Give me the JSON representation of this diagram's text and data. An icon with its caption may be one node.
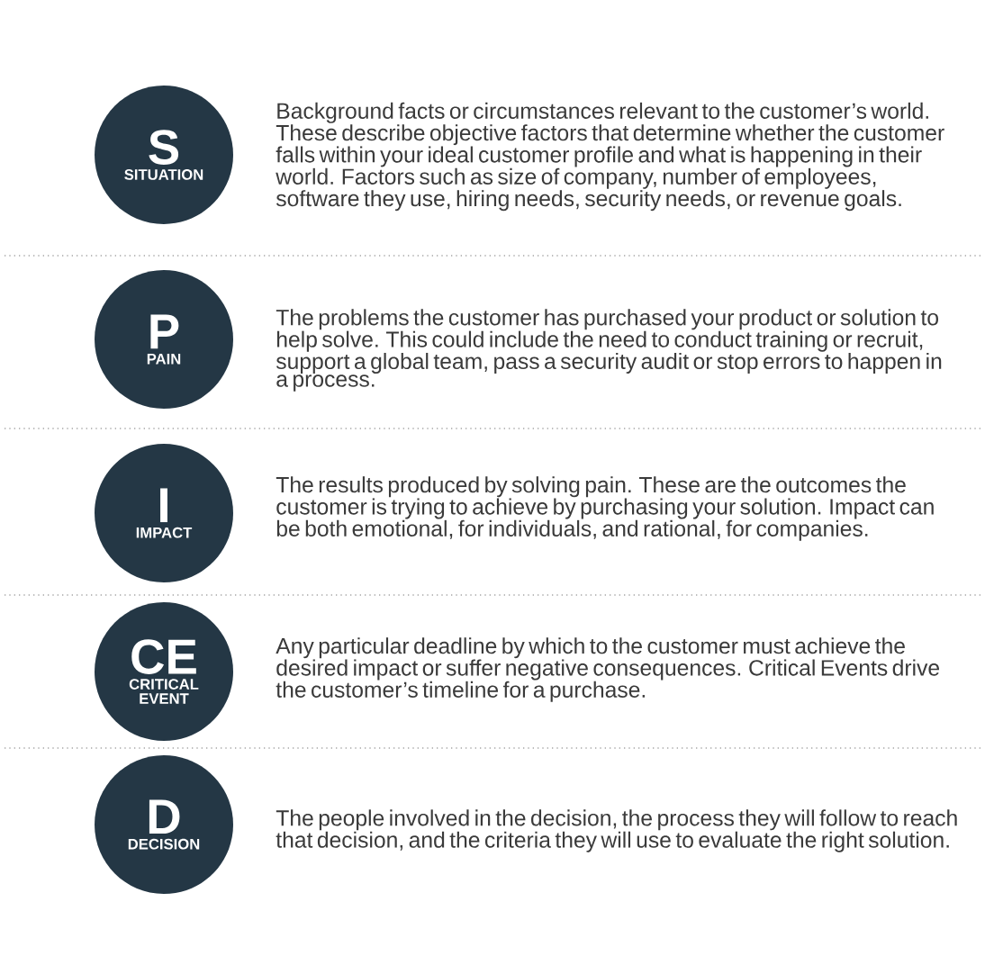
{
  "diagram": {
    "nodes": [
      {
        "text": [
          "S",
          "SITUATION"
        ],
        "beside": [
          "Background facts or circumstances relevant to the customer’s world. These describe objective factors that determine whether the customer falls within your ideal customer profile and what is happening in their world. Factors such as size of company, number of employees, software they use, hiring needs, security needs, or revenue goals."
        ]
      },
      {
        "text": [
          "P",
          "PAIN"
        ],
        "beside": [
          "The problems the customer has purchased your product or solution to help solve. This could include the need to conduct training or recruit, support a global team, pass a security audit or stop errors to happen in a process."
        ]
      },
      {
        "text": [
          "I",
          "IMPACT"
        ],
        "beside": [
          "The results produced by solving pain. These are the outcomes the customer is trying to achieve by purchasing your solution. Impact can be both emotional, for individuals, and rational, for companies."
        ]
      },
      {
        "text": [
          "CE",
          "CRITICAL EVENT"
        ],
        "beside": [
          "Any particular deadline by which to the customer must achieve the desired impact or suffer negative consequences. Critical Events drive the customer’s timeline for a purchase."
        ]
      },
      {
        "text": [
          "D",
          "DECISION"
        ],
        "beside": [
          "The people involved in the decision, the process they will follow to reach that decision, and the criteria they will use to evaluate the right solution."
        ]
      }
    ]
  }
}
